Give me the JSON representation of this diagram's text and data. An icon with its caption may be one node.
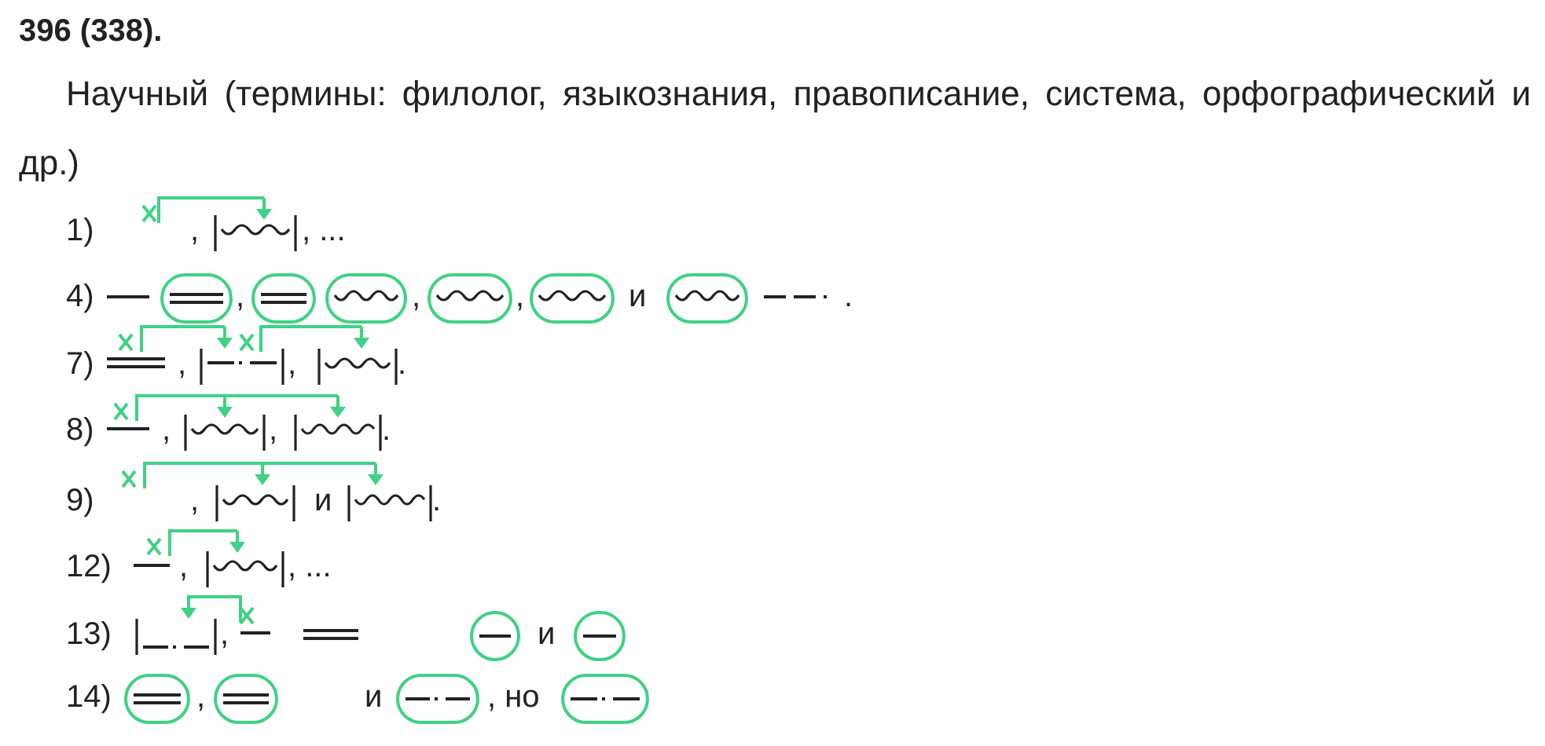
{
  "diagram": {
    "title": "396 (338).",
    "labels": [
      "Научный (термины: филолог, языкознания, правописание, система, орфографический и др.)",
      "1)",
      ",",
      ", ...",
      "4)",
      ",",
      ",",
      ",",
      "и",
      ".",
      "7)",
      ",",
      ",",
      ".",
      "8)",
      ",",
      ",",
      ".",
      "9)",
      ",",
      "и",
      ".",
      "12)",
      ",",
      ", ...",
      "13)",
      ",",
      "и",
      "14)",
      ",",
      "и",
      ", но"
    ]
  }
}
